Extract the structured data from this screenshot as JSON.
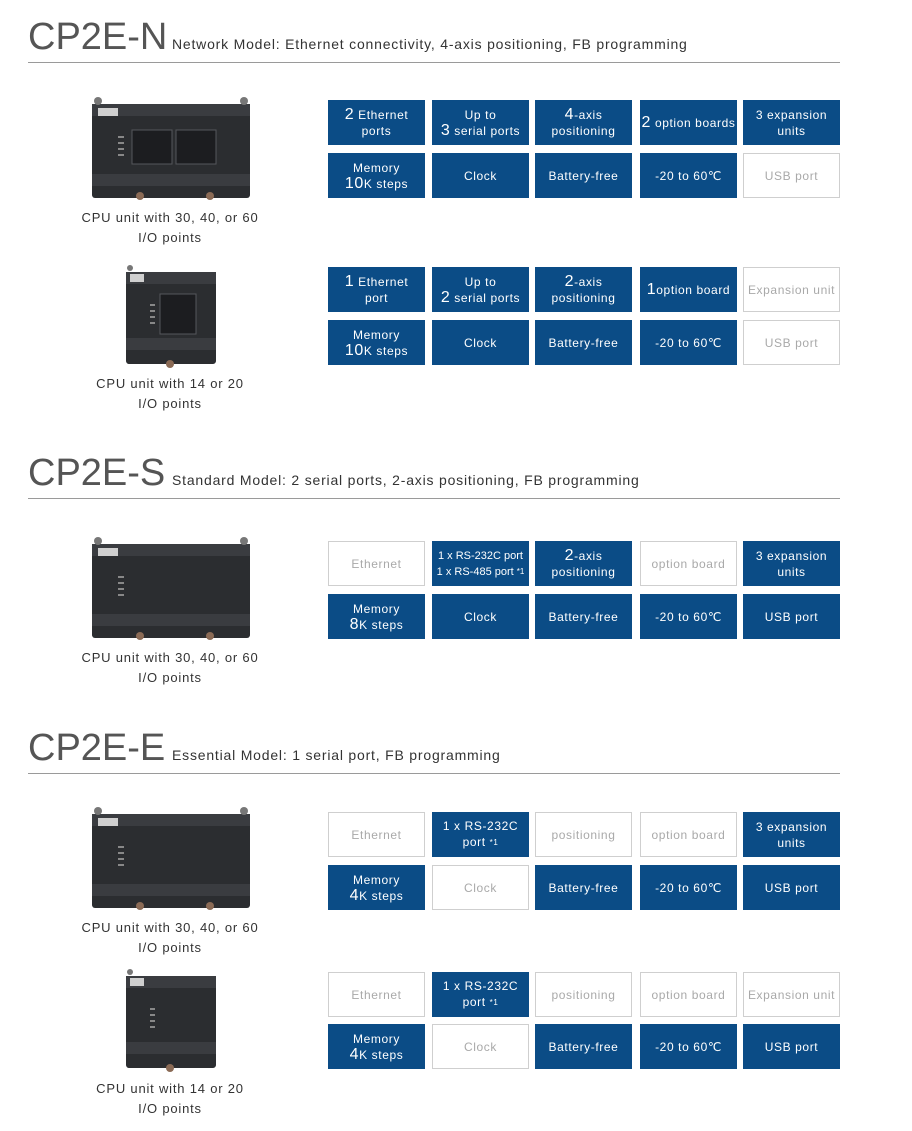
{
  "sections": [
    {
      "title": "CP2E-N",
      "description": "Network Model: Ethernet connectivity, 4-axis positioning, FB programming",
      "products": [
        {
          "caption_line1": "CPU unit with 30, 40, or 60",
          "caption_line2": "I/O points",
          "features": [
            {
              "big": "2",
              "text": "Ethernet",
              "line2": "ports",
              "on": true
            },
            {
              "line1": "Up to",
              "big": "3",
              "text": "serial ports",
              "on": true
            },
            {
              "big": "4",
              "text": "-axis",
              "line2": "positioning",
              "on": true
            },
            {
              "big": "2",
              "text": "option boards",
              "on": true
            },
            {
              "line1": "3 expansion",
              "line2": "units",
              "on": true
            },
            {
              "line1": "Memory",
              "big": "10",
              "text": "K steps",
              "on": true
            },
            {
              "line1": "Clock",
              "on": true
            },
            {
              "line1": "Battery-free",
              "on": true
            },
            {
              "line1": "-20 to 60℃",
              "on": true
            },
            {
              "line1": "USB port",
              "on": false
            }
          ]
        },
        {
          "caption_line1": "CPU unit with 14 or 20",
          "caption_line2": "I/O points",
          "features": [
            {
              "big": "1",
              "text": "Ethernet",
              "line2": "port",
              "on": true
            },
            {
              "line1": "Up to",
              "big": "2",
              "text": "serial ports",
              "on": true
            },
            {
              "big": "2",
              "text": "-axis",
              "line2": "positioning",
              "on": true
            },
            {
              "big": "1",
              "text": "option board",
              "on": true
            },
            {
              "line1": "Expansion unit",
              "on": false
            },
            {
              "line1": "Memory",
              "big": "10",
              "text": "K steps",
              "on": true
            },
            {
              "line1": "Clock",
              "on": true
            },
            {
              "line1": "Battery-free",
              "on": true
            },
            {
              "line1": "-20 to 60℃",
              "on": true
            },
            {
              "line1": "USB port",
              "on": false
            }
          ]
        }
      ]
    },
    {
      "title": "CP2E-S",
      "description": "Standard Model: 2 serial ports, 2-axis positioning, FB programming",
      "products": [
        {
          "caption_line1": "CPU unit with 30, 40, or 60",
          "caption_line2": "I/O points",
          "features": [
            {
              "line1": "Ethernet",
              "on": false
            },
            {
              "line1": "1 x RS-232C port",
              "line2": "1 x RS-485 port",
              "sup": "*1",
              "on": true
            },
            {
              "big": "2",
              "text": "-axis",
              "line2": "positioning",
              "on": true
            },
            {
              "line1": "option board",
              "on": false
            },
            {
              "line1": "3 expansion",
              "line2": "units",
              "on": true
            },
            {
              "line1": "Memory",
              "big": "8",
              "text": "K steps",
              "on": true
            },
            {
              "line1": "Clock",
              "on": true
            },
            {
              "line1": "Battery-free",
              "on": true
            },
            {
              "line1": "-20 to 60℃",
              "on": true
            },
            {
              "line1": "USB port",
              "on": true
            }
          ]
        }
      ]
    },
    {
      "title": "CP2E-E",
      "description": "Essential Model: 1 serial port, FB programming",
      "products": [
        {
          "caption_line1": "CPU unit with 30, 40, or 60",
          "caption_line2": "I/O points",
          "features": [
            {
              "line1": "Ethernet",
              "on": false
            },
            {
              "line1": "1 x RS-232C",
              "line2": "port",
              "sup": "*1",
              "on": true
            },
            {
              "line1": "positioning",
              "on": false
            },
            {
              "line1": "option board",
              "on": false
            },
            {
              "line1": "3 expansion",
              "line2": "units",
              "on": true
            },
            {
              "line1": "Memory",
              "big": "4",
              "text": "K steps",
              "on": true
            },
            {
              "line1": "Clock",
              "on": false
            },
            {
              "line1": "Battery-free",
              "on": true
            },
            {
              "line1": "-20 to 60℃",
              "on": true
            },
            {
              "line1": "USB port",
              "on": true
            }
          ]
        },
        {
          "caption_line1": "CPU unit with 14 or 20",
          "caption_line2": "I/O points",
          "features": [
            {
              "line1": "Ethernet",
              "on": false
            },
            {
              "line1": "1 x RS-232C",
              "line2": "port",
              "sup": "*1",
              "on": true
            },
            {
              "line1": "positioning",
              "on": false
            },
            {
              "line1": "option board",
              "on": false
            },
            {
              "line1": "Expansion unit",
              "on": false
            },
            {
              "line1": "Memory",
              "big": "4",
              "text": "K steps",
              "on": true
            },
            {
              "line1": "Clock",
              "on": false
            },
            {
              "line1": "Battery-free",
              "on": true
            },
            {
              "line1": "-20 to 60℃",
              "on": true
            },
            {
              "line1": "USB port",
              "on": true
            }
          ]
        }
      ]
    }
  ],
  "colors": {
    "feature_on": "#0b4c86",
    "feature_off_text": "#a9a9a9",
    "feature_off_border": "#cfcfcf"
  }
}
